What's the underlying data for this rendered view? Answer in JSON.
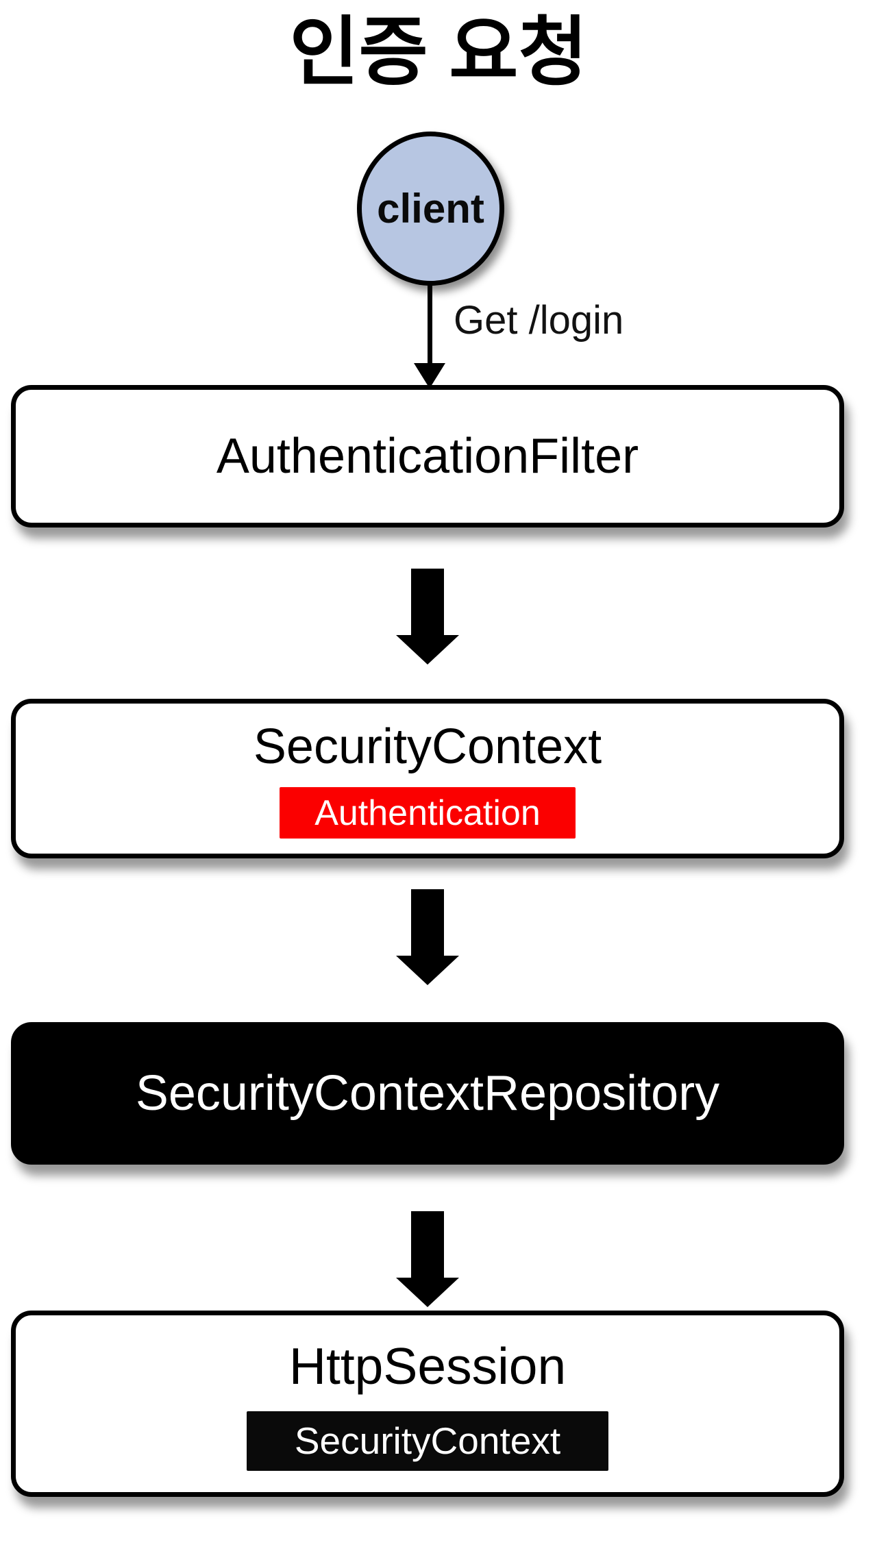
{
  "page": {
    "title": "인증 요청",
    "background": "#ffffff"
  },
  "flow": {
    "client": {
      "label": "client",
      "fill": "#b7c6e2"
    },
    "request": {
      "label": "Get /login"
    },
    "connector_icon": "down-arrow-icon",
    "nodes": [
      {
        "id": "authentication-filter",
        "label": "AuthenticationFilter",
        "variant": "light"
      },
      {
        "id": "security-context",
        "label": "SecurityContext",
        "variant": "light",
        "badge": {
          "label": "Authentication",
          "color": "#fb0000",
          "text_color": "#ffffff"
        }
      },
      {
        "id": "security-context-repository",
        "label": "SecurityContextRepository",
        "variant": "dark",
        "fill": "#000000",
        "text_color": "#ffffff"
      },
      {
        "id": "http-session",
        "label": "HttpSession",
        "variant": "light",
        "badge": {
          "label": "SecurityContext",
          "color": "#0a0a0a",
          "text_color": "#ffffff"
        }
      }
    ]
  }
}
